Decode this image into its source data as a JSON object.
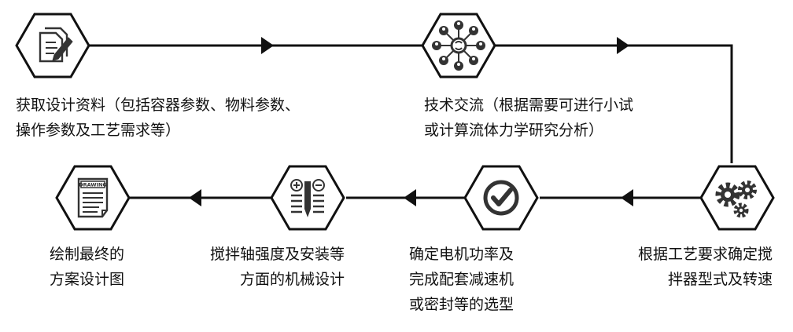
{
  "steps": [
    {
      "icon": "document-edit-icon",
      "lines": [
        "获取设计资料（包括容器参数、物料参数、",
        "操作参数及工艺需求等）"
      ]
    },
    {
      "icon": "exchange-network-icon",
      "lines": [
        "技术交流（根据需要可进行小试",
        "或计算流体力学研究分析）"
      ]
    },
    {
      "icon": "gears-icon",
      "lines": [
        "根据工艺要求确定搅",
        "拌器型式及转速"
      ]
    },
    {
      "icon": "check-circle-icon",
      "lines": [
        "确定电机功率及",
        "完成配套减速机",
        "或密封等的选型"
      ]
    },
    {
      "icon": "plus-minus-pen-icon",
      "lines": [
        "搅拌轴强度及安装等",
        "方面的机械设计"
      ]
    },
    {
      "icon": "drawing-document-icon",
      "lines": [
        "绘制最终的",
        "方案设计图"
      ]
    }
  ],
  "drawing_label": "DRAWING",
  "colors": {
    "line": "#111111",
    "hex_fill": "#ffffff",
    "icon": "#333333"
  }
}
